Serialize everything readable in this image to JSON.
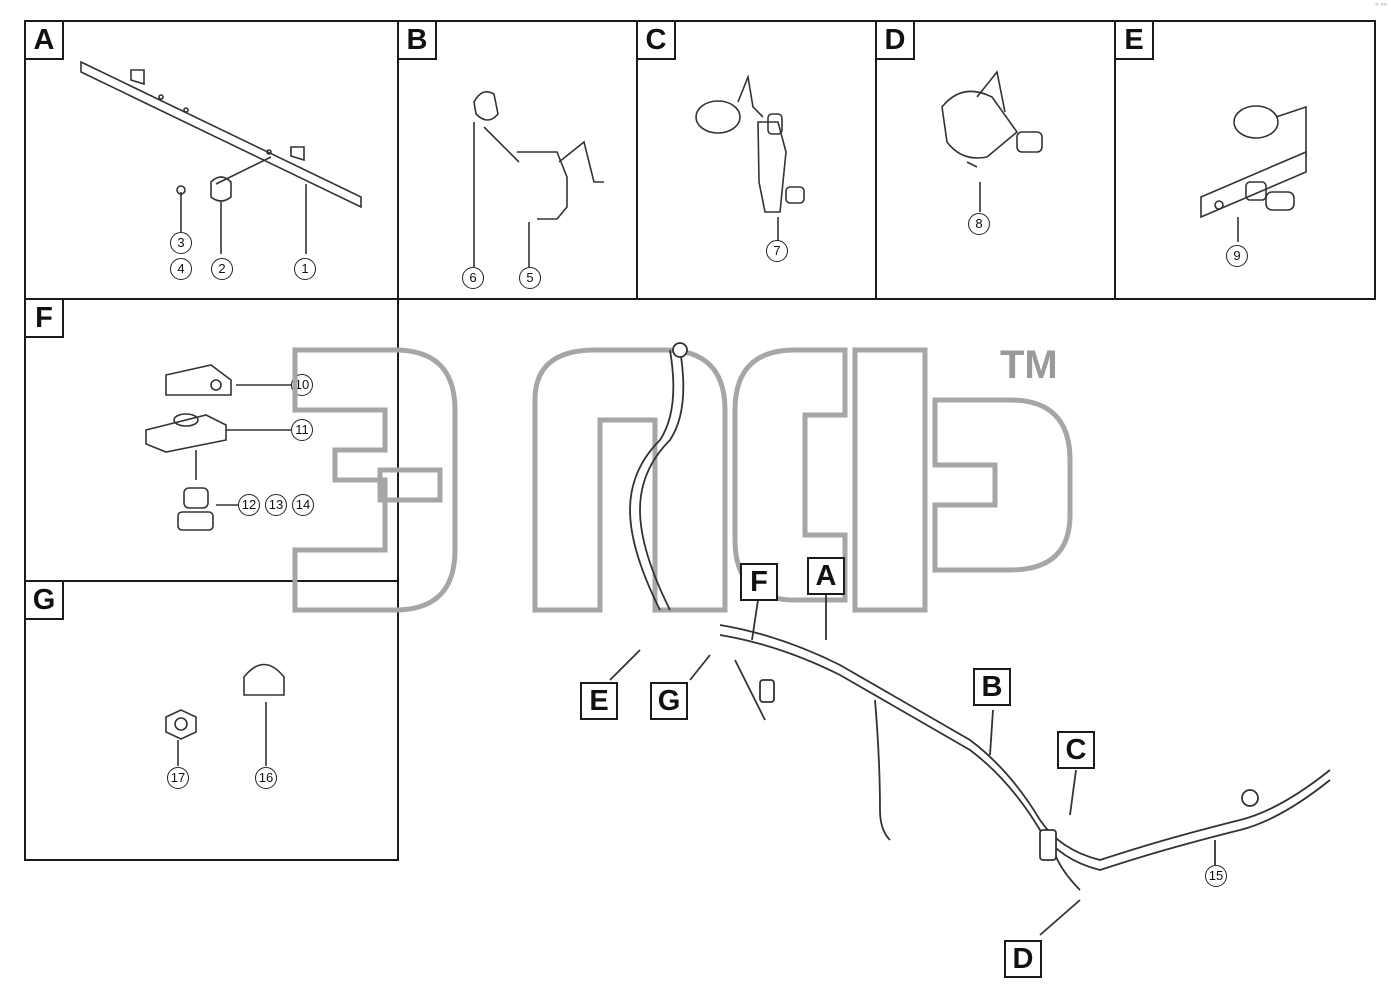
{
  "panels": {
    "A": "A",
    "B": "B",
    "C": "C",
    "D": "D",
    "E": "E",
    "F": "F",
    "G": "G"
  },
  "callouts": {
    "A": "A",
    "B": "B",
    "C": "C",
    "D": "D",
    "E": "E",
    "F": "F",
    "G": "G"
  },
  "parts": {
    "p1": "1",
    "p2": "2",
    "p3": "3",
    "p4": "4",
    "p5": "5",
    "p6": "6",
    "p7": "7",
    "p8": "8",
    "p9": "9",
    "p10": "10",
    "p11": "11",
    "p12": "12",
    "p13": "13",
    "p14": "14",
    "p15": "15",
    "p16": "16",
    "p17": "17"
  },
  "watermark": {
    "tm": "TM"
  }
}
